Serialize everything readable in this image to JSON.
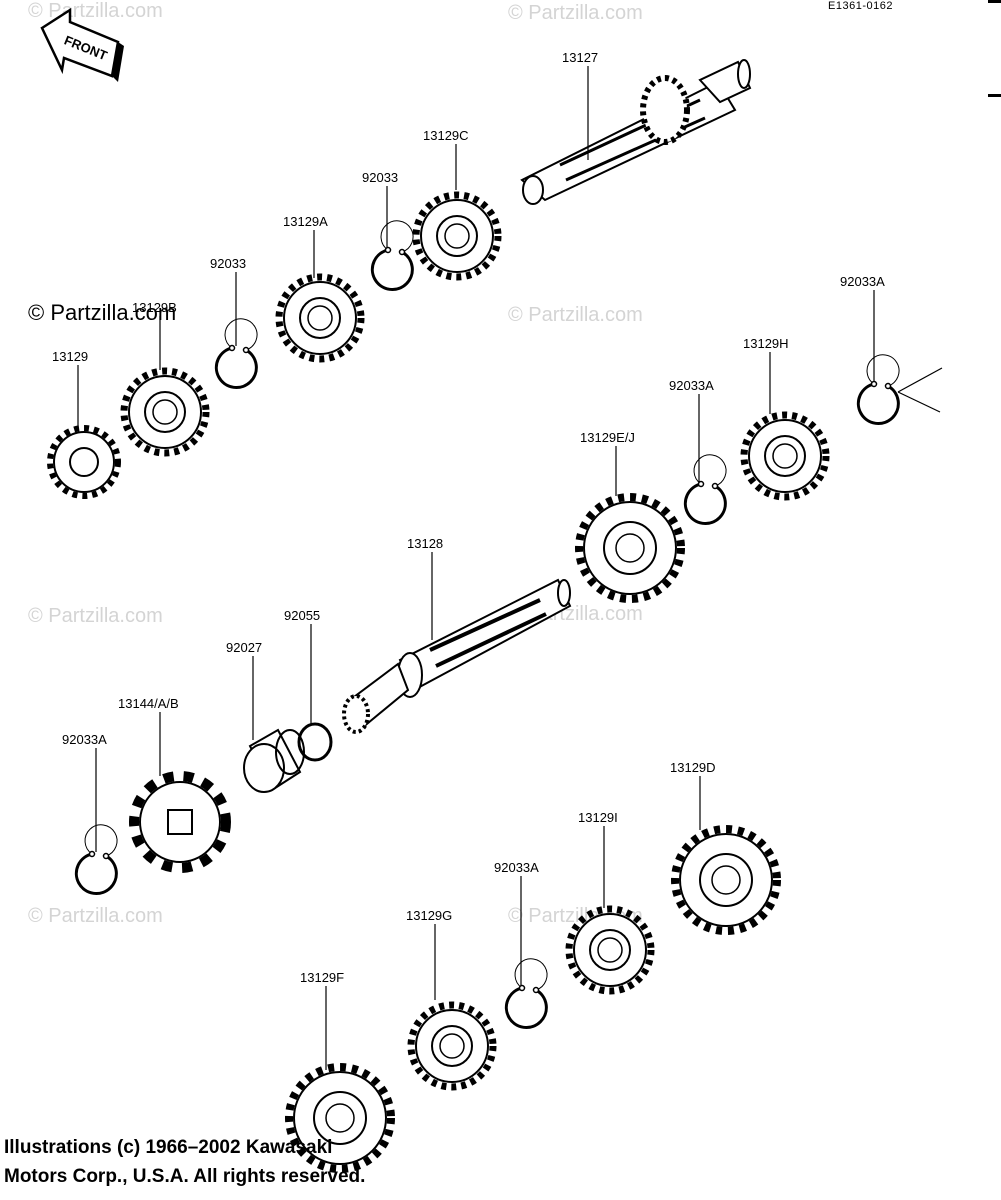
{
  "header": {
    "diagram_code": "E1361-0162",
    "front_label": "FRONT"
  },
  "watermark": {
    "main_text": "© Partzilla.com",
    "faint_text": "© Partzilla.com"
  },
  "parts": [
    {
      "id": "p13127",
      "label": "13127"
    },
    {
      "id": "p13129C",
      "label": "13129C"
    },
    {
      "id": "p92033_upper",
      "label": "92033"
    },
    {
      "id": "p13129A",
      "label": "13129A"
    },
    {
      "id": "p92033_left",
      "label": "92033"
    },
    {
      "id": "p13129B",
      "label": "13129B"
    },
    {
      "id": "p13129",
      "label": "13129"
    },
    {
      "id": "p92033A_right",
      "label": "92033A"
    },
    {
      "id": "p13129H",
      "label": "13129H"
    },
    {
      "id": "p92033A_mid",
      "label": "92033A"
    },
    {
      "id": "p13129EJ",
      "label": "13129E/J"
    },
    {
      "id": "p13128",
      "label": "13128"
    },
    {
      "id": "p92055",
      "label": "92055"
    },
    {
      "id": "p92027",
      "label": "92027"
    },
    {
      "id": "p13144",
      "label": "13144/A/B"
    },
    {
      "id": "p92033A_left",
      "label": "92033A"
    },
    {
      "id": "p13129D",
      "label": "13129D"
    },
    {
      "id": "p13129I",
      "label": "13129I"
    },
    {
      "id": "p92033A_low",
      "label": "92033A"
    },
    {
      "id": "p13129G",
      "label": "13129G"
    },
    {
      "id": "p13129F",
      "label": "13129F"
    }
  ],
  "footer": {
    "line1": "Illustrations (c) 1966–2002 Kawasaki",
    "line2": "Motors Corp., U.S.A.  All rights reserved."
  }
}
